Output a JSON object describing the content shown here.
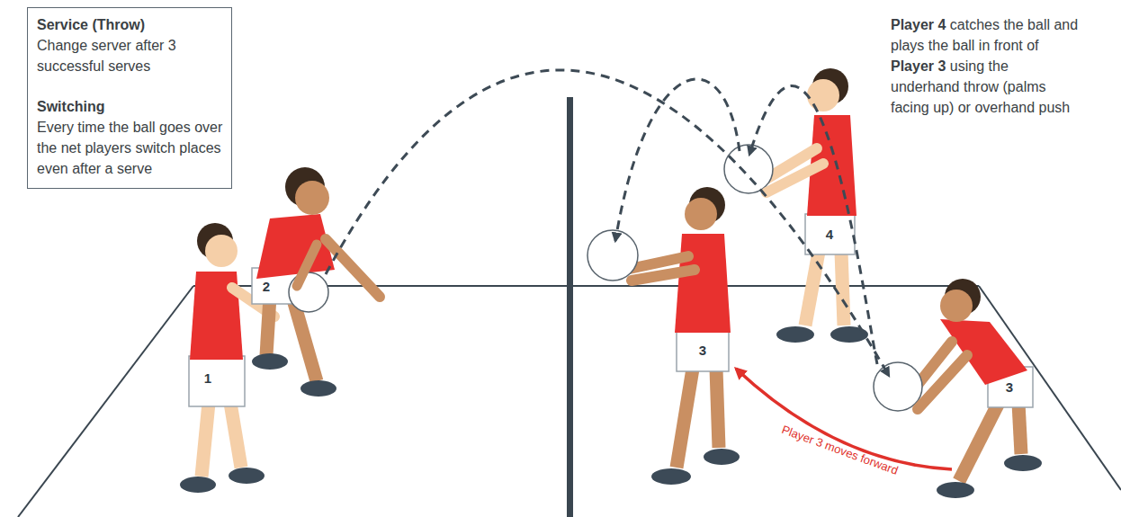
{
  "diagram": {
    "nodes": [
      {
        "text": [
          "Service (Throw)",
          "Change server after 3 successful serves",
          "Switching",
          "Every time the ball goes over the net players switch places even after a serve"
        ]
      }
    ],
    "labels": [
      "Player 4 catches the ball and plays the ball in front of Player 3 using the underhand throw (palms facing up) or overhand push",
      "2",
      "1",
      "3",
      "4",
      "3",
      "Player 3 moves forward"
    ]
  }
}
